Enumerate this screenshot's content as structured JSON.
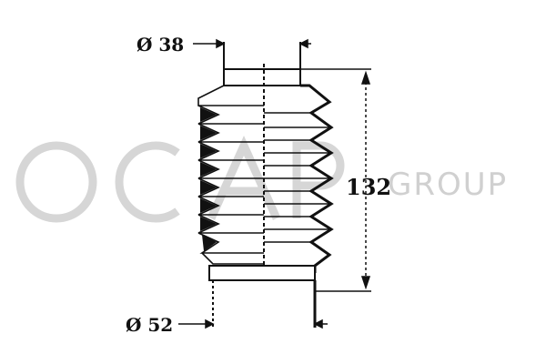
{
  "watermark": {
    "brand": "OCAP",
    "suffix": "GROUP",
    "color": "#d0d0d0"
  },
  "dimensions": {
    "top_diameter": "Ø 38",
    "bottom_diameter": "Ø 52",
    "length": "132"
  },
  "colors": {
    "line": "#111111",
    "background": "#ffffff"
  }
}
